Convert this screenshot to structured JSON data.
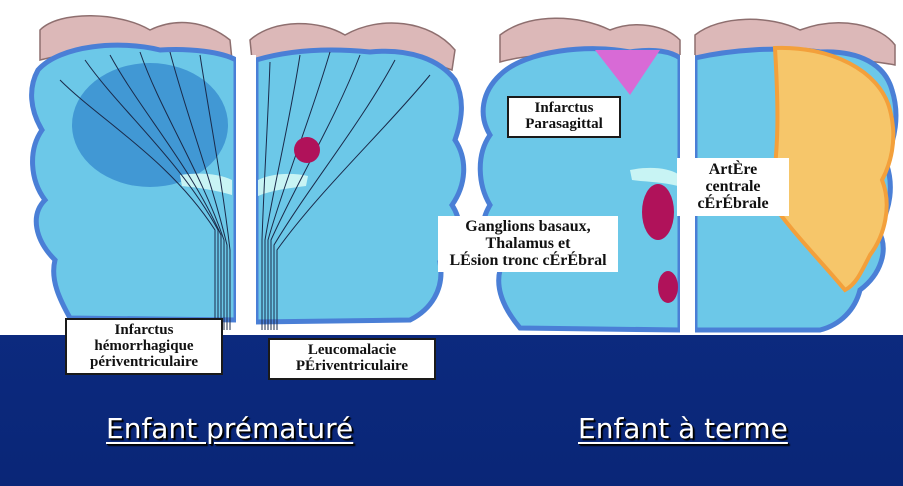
{
  "slide": {
    "left": {
      "caption": "Enfant prématuré",
      "label_hemorrhagic": [
        "Infarctus",
        "hémorrhagique",
        "périventriculaire"
      ],
      "label_leuco": [
        "Leucomalacie",
        "PÉriventriculaire"
      ]
    },
    "right": {
      "caption": "Enfant à terme",
      "label_parasagittal": [
        "Infarctus",
        "Parasagittal"
      ],
      "label_artery": [
        "ArtÈre",
        "centrale",
        "cÉrÉbrale"
      ],
      "label_ganglia": [
        "Ganglions basaux,",
        "Thalamus et",
        "LÉsion tronc cÉrÉbral"
      ]
    }
  },
  "colors": {
    "background_blue": "#0d2d85",
    "brain_blue": "#6cc8e8",
    "brain_dark_blue": "#3a8fd0",
    "cortex_border": "#4a7fd6",
    "skin_pink": "#dcb8b8",
    "lesion_magenta": "#b0125a",
    "infarct_pink": "#d86ad6",
    "artery_orange": "#f6c66a",
    "ventricle": "#c8f4f4"
  }
}
